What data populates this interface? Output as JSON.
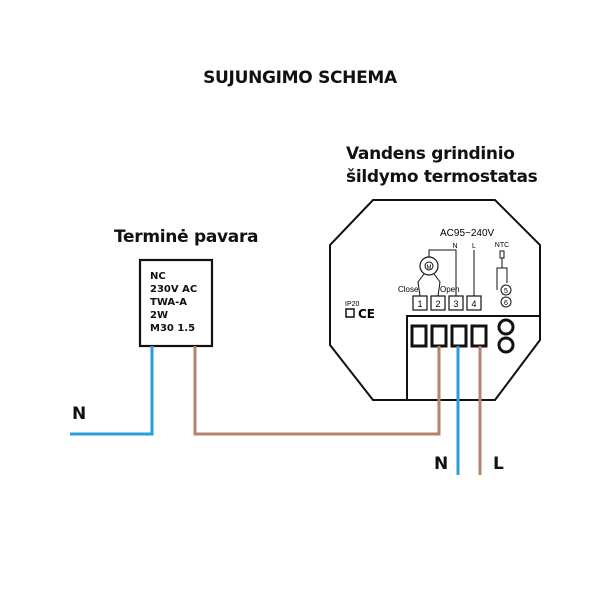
{
  "title": "SUJUNGIMO SCHEMA",
  "thermostat": {
    "title_line1": "Vandens grindinio",
    "title_line2": "šildymo termostatas",
    "voltage": "AC95~240V",
    "terminal_n": "N",
    "terminal_l": "L",
    "ntc": "NTC",
    "close": "Close",
    "open": "Open",
    "motor": "M",
    "terminals": [
      "1",
      "2",
      "3",
      "4"
    ],
    "ntc_terminals": [
      "5",
      "6"
    ],
    "ip_rating": "IP20",
    "ce_mark": "CE"
  },
  "actuator": {
    "title": "Terminė pavara",
    "specs": [
      "NC",
      "230V AC",
      "TWA-A",
      "2W",
      "M30 1.5"
    ]
  },
  "wires": {
    "left_neutral_label": "N",
    "supply_neutral_label": "N",
    "supply_live_label": "L",
    "neutral_color": "#2a9fd6",
    "live_color": "#b5836a"
  }
}
